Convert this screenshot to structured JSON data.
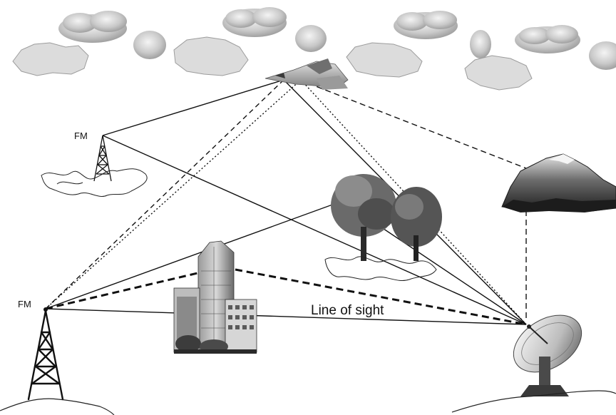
{
  "labels": {
    "fm_top": "FM",
    "fm_bottom": "FM",
    "line_of_sight": "Line of sight"
  }
}
